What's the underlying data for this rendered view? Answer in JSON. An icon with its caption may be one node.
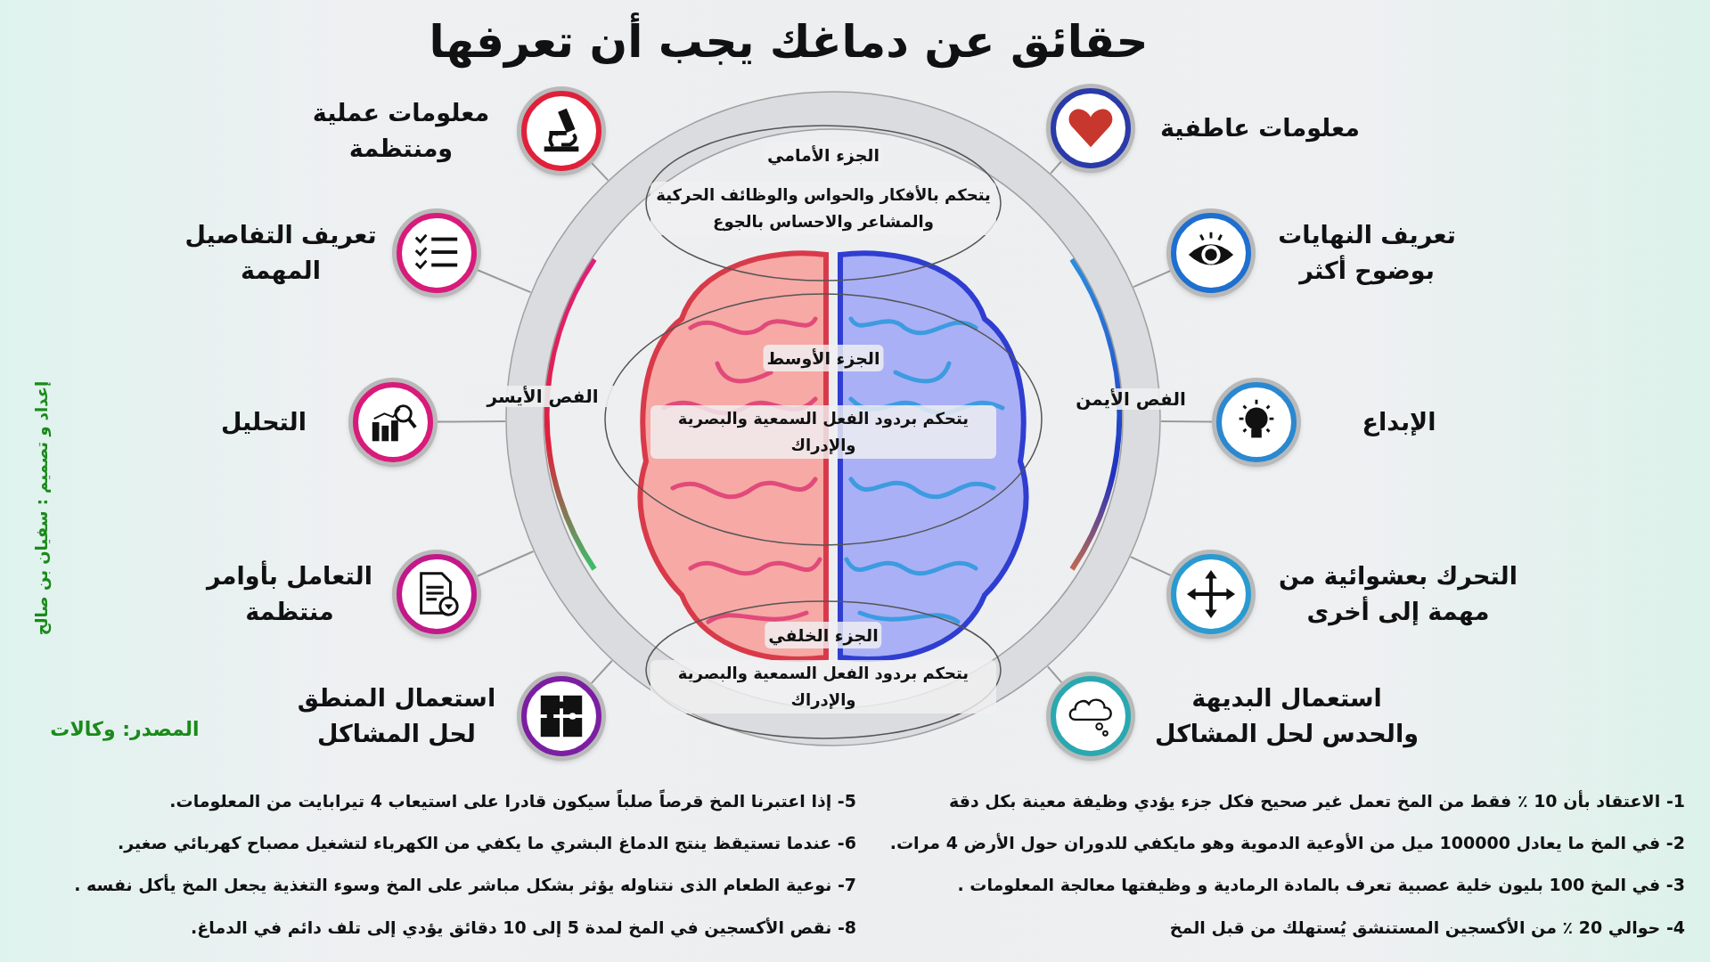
{
  "diagram": {
    "title": "حقائق عن دماغك يجب أن تعرفها",
    "nodes": [
      {
        "text": [],
        "shape": "circle"
      },
      {
        "text": [
          "الجزء الأمامي",
          "يتحكم بالأفكار والحواس والوظائف الحركية والمشاعر والاحساس بالجوع"
        ],
        "in": 0
      },
      {
        "text": [
          "الجزء الأوسط",
          "يتحكم بردود الفعل السمعية والبصرية والإدراك"
        ],
        "in": 0
      },
      {
        "text": [
          "الجزء الخلفي",
          "يتحكم بردود الفعل السمعية والبصرية والإدراك"
        ],
        "in": 0
      },
      {
        "text": [
          "معلومات عاطفية"
        ]
      },
      {
        "text": [
          "تعريف النهايات بوضوح أكثر"
        ]
      },
      {
        "text": [
          "الإبداع"
        ]
      },
      {
        "text": [
          "التحرك بعشوائية من مهمة إلى أخرى"
        ]
      },
      {
        "text": [
          "استعمال البديهة والحدس لحل المشاكل"
        ]
      },
      {
        "text": [
          "معلومات عملية ومنتظمة"
        ]
      },
      {
        "text": [
          "تعريف التفاصيل المهمة"
        ]
      },
      {
        "text": [
          "التحليل"
        ]
      },
      {
        "text": [
          "التعامل بأوامر منتظمة"
        ]
      },
      {
        "text": [
          "استعمال المنطق لحل المشاكل"
        ]
      }
    ],
    "edges": [
      {
        "from": 4,
        "to": 0,
        "arrow": "none"
      },
      {
        "from": 5,
        "to": 0,
        "arrow": "none"
      },
      {
        "from": 6,
        "to": 0,
        "arrow": "none"
      },
      {
        "from": 7,
        "to": 0,
        "arrow": "none"
      },
      {
        "from": 8,
        "to": 0,
        "arrow": "none"
      },
      {
        "from": 9,
        "to": 0,
        "arrow": "none"
      },
      {
        "from": 10,
        "to": 0,
        "arrow": "none"
      },
      {
        "from": 11,
        "to": 0,
        "arrow": "none"
      },
      {
        "from": 12,
        "to": 0,
        "arrow": "none"
      },
      {
        "from": 13,
        "to": 0,
        "arrow": "none"
      }
    ],
    "labels": [
      "الفص الأيمن",
      "الفص الأيسر",
      "إعداد و تصميم : سفيان بن صالح",
      "المصدر: وكالات",
      "1- الاعتقاد بأن 10 ٪ فقط من المخ تعمل غير صحيح فكل جزء يؤدي وظيفة معينة بكل دقة",
      "2- في المخ ما يعادل 100000 ميل من الأوعية الدموية وهو مايكفي للدوران حول الأرض 4 مرات.",
      "3- في المخ 100 بليون خلية عصبية تعرف بالمادة الرمادية و وظيفتها معالجة المعلومات .",
      "4- حوالي 20 ٪ من الأكسجين المستنشق يُستهلك من قبل المخ",
      "5- إذا اعتبرنا المخ قرصاً صلباً سيكون قادرا على استيعاب 4 تيرابايت من المعلومات.",
      "6- عندما تستيقظ ينتج الدماغ البشري ما يكفي من الكهرباء لتشغيل مصباح كهربائي صغير.",
      "7- نوعية الطعام الذى نتناوله يؤثر بشكل مباشر على المخ وسوء التغذية يجعل المخ يأكل نفسه .",
      "8- نقص الأكسجين في المخ لمدة 5 إلى 10 دقائق يؤدي إلى تلف دائم في الدماغ."
    ]
  }
}
